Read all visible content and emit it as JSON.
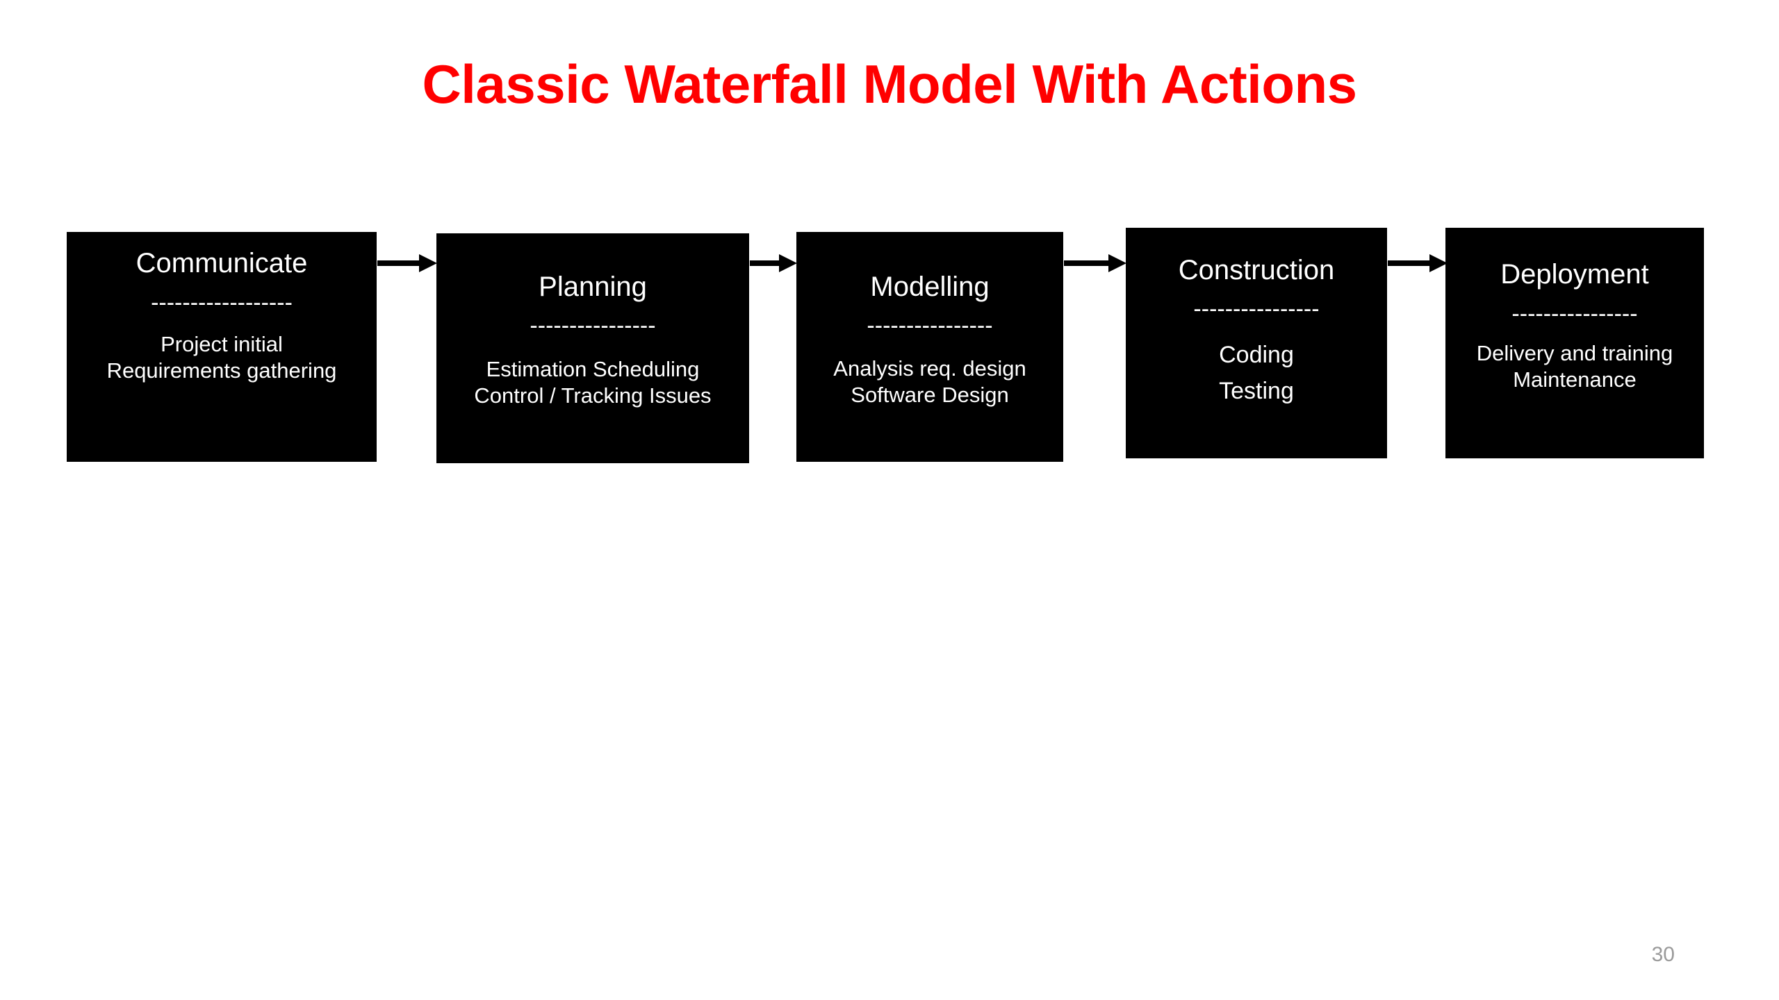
{
  "slide": {
    "title": "Classic Waterfall Model With Actions",
    "title_color": "#FF0000",
    "background_color": "#FFFFFF",
    "page_number": "30",
    "page_number_color": "#9A9A9A"
  },
  "diagram": {
    "type": "flow",
    "box_fill_color": "#000000",
    "box_text_color": "#FFFFFF",
    "arrow_color": "#000000",
    "separator": "-----------------",
    "stages": [
      {
        "title": "Communicate",
        "separator": "------------------",
        "lines": [
          "Project initial",
          "Requirements gathering"
        ]
      },
      {
        "title": "Planning",
        "separator": "----------------",
        "lines": [
          "Estimation Scheduling",
          "Control / Tracking Issues"
        ]
      },
      {
        "title": "Modelling",
        "separator": "----------------",
        "lines": [
          "Analysis req. design",
          "Software Design"
        ]
      },
      {
        "title": "Construction",
        "separator": "----------------",
        "lines": [
          "Coding",
          "Testing"
        ]
      },
      {
        "title": "Deployment",
        "separator": "----------------",
        "lines": [
          "Delivery and training",
          "Maintenance"
        ]
      }
    ],
    "arrows": [
      {
        "from": "Communicate",
        "to": "Planning"
      },
      {
        "from": "Planning",
        "to": "Modelling"
      },
      {
        "from": "Modelling",
        "to": "Construction"
      },
      {
        "from": "Construction",
        "to": "Deployment"
      }
    ]
  }
}
